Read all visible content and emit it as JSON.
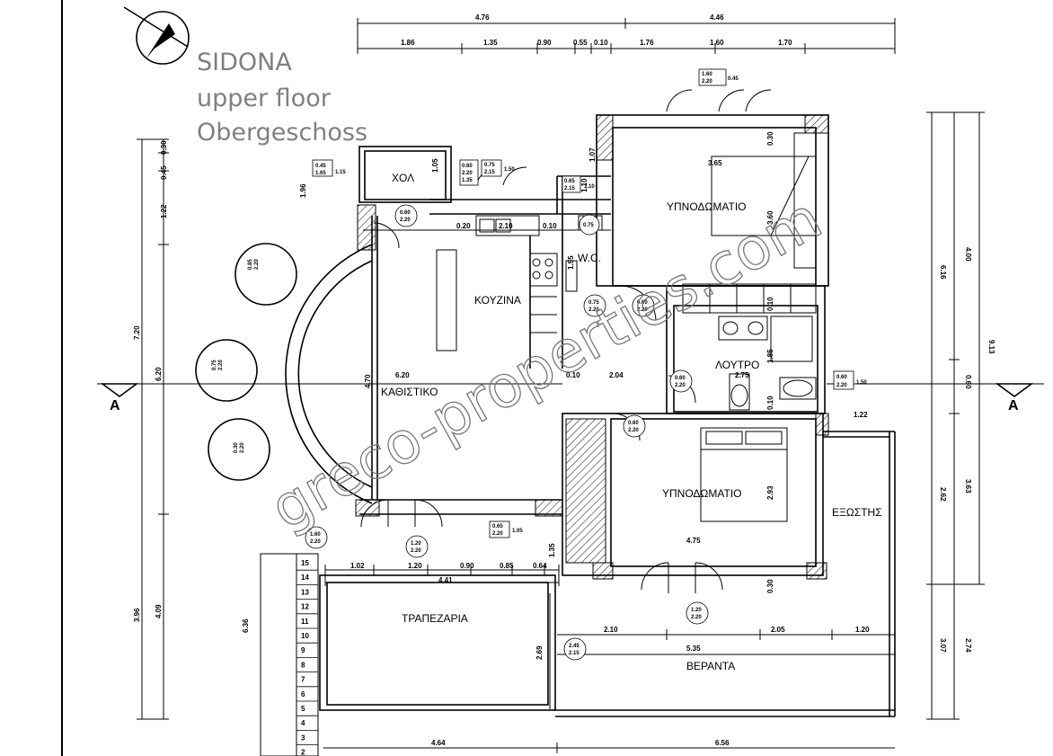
{
  "title": {
    "line1": "SIDONA",
    "line2": "upper floor",
    "line3": "Obergeschoss"
  },
  "rooms": {
    "hall": "ΧΟΛ",
    "bedroom_top": "ΥΠΝΟΔΩΜΑΤΙΟ",
    "wc": "W.C.",
    "kitchen": "ΚΟΥΖΙΝΑ",
    "living": "ΚΑΘΙΣΤΙΚΟ",
    "bathroom": "ΛΟΥΤΡΟ",
    "bedroom_bottom": "ΥΠΝΟΔΩΜΑΤΙΟ",
    "balcony": "ΕΞΩΣΤΗΣ",
    "dining": "ΤΡΑΠΕΖΑΡΙΑ",
    "veranda": "ΒΕΡΑΝΤΑ"
  },
  "section_marks": {
    "left": "A",
    "right": "A"
  },
  "watermark": "greco-properties.com",
  "dimensions": {
    "top_overall": [
      "4.76",
      "4.46"
    ],
    "top_detail": [
      "1.86",
      "1.35",
      "0.90",
      "0.55",
      "0.10",
      "1.76",
      "1.60",
      "1.70"
    ],
    "living_width": "6.20",
    "living_height": "4.70",
    "kitchen_w": "2.10",
    "kitchen_side": "0.20",
    "kitchen_side2": "0.10",
    "hall_h": "1.05",
    "hall_left": "1.96",
    "wc_h": "1.07",
    "wc_h2": "1.10",
    "wc_d": "1.95",
    "bed_top_w": "3.65",
    "bed_top_h": "3.60",
    "bed_top_wall": "0.30",
    "bath_w": "2.75",
    "bath_h": "1.85",
    "bath_gap": "0.10",
    "bath_gap2": "0.10",
    "corr_w": "2.04",
    "corr_gap": "0.10",
    "bed_bot_w": "4.75",
    "bed_bot_h": "2.93",
    "bed_bot_wall": "0.30",
    "balcony_w": "1.22",
    "dining_detail": [
      "1.02",
      "1.20",
      "0.90",
      "0.85",
      "0.64"
    ],
    "dining_w": "4.41",
    "dining_h": "2.69",
    "dining_step": "1.35",
    "veranda_detail": [
      "2.10",
      "2.05",
      "1.20"
    ],
    "veranda_w": "5.35",
    "bottom_overall": [
      "4.64",
      "6.56"
    ],
    "left_vertical": [
      "0.30",
      "0.45",
      "1.22",
      "7.20",
      "3.96",
      "4.09",
      "6.20"
    ],
    "right_vertical": [
      "4.00",
      "6.16",
      "9.13",
      "0.60",
      "2.62",
      "3.63",
      "3.07",
      "2.74"
    ],
    "stair_len": "6.36"
  },
  "window_tags": {
    "t1": [
      "1.60",
      "2.20",
      "0.45"
    ],
    "t2": [
      "0.45",
      "1.65",
      "1.15"
    ],
    "t3": [
      "0.75",
      "2.15",
      "1.50"
    ],
    "t4": [
      "0.65",
      "2.15",
      "1.10"
    ],
    "t5": [
      "0.60",
      "2.20",
      "1.35"
    ],
    "t6": [
      "0.60",
      "2.20"
    ],
    "t7": [
      "0.75",
      "2.20"
    ],
    "t8": [
      "0.60",
      "2.20"
    ],
    "t9": [
      "0.60",
      "2.20",
      "1.50"
    ],
    "t10": [
      "0.60",
      "2.20"
    ],
    "t11": [
      "1.60",
      "2.20"
    ],
    "t12": [
      "1.20",
      "2.20"
    ],
    "t13": [
      "0.65",
      "2.20",
      "1.05"
    ],
    "t14": [
      "1.20",
      "2.20"
    ],
    "t15": [
      "2.45",
      "2.15"
    ],
    "t16": [
      "0.85",
      "2.20"
    ],
    "t17": [
      "0.75",
      "2.20"
    ],
    "t18": [
      "0.30",
      "2.20"
    ],
    "t19": [
      "0.60",
      "2.20"
    ]
  },
  "stair_steps": [
    "15",
    "14",
    "13",
    "12",
    "11",
    "10",
    "9",
    "8",
    "7",
    "6",
    "5",
    "4",
    "3",
    "2"
  ]
}
